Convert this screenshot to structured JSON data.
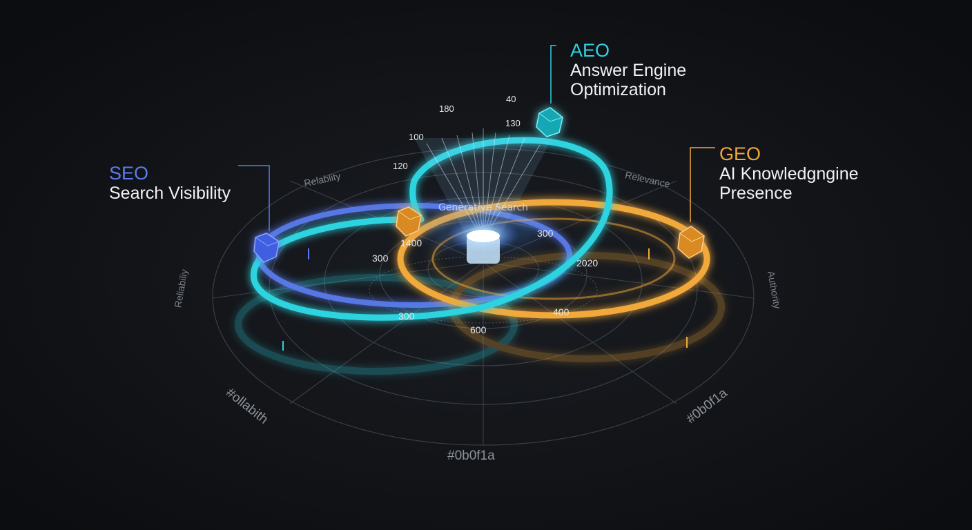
{
  "callouts": {
    "seo": {
      "title": "SEO",
      "subtitle": "Search Visibility",
      "color": "#5b7cf0"
    },
    "aeo": {
      "title": "AEO",
      "subtitle_line1": "Answer Engine",
      "subtitle_line2": "Optimization",
      "color": "#2fd3e0"
    },
    "geo": {
      "title": "GEO",
      "subtitle_line1": "AI Knowledgngine",
      "subtitle_line2": "Presence",
      "color": "#f2a93b"
    }
  },
  "axis_labels": {
    "bottom": "#0b0f1a",
    "bottom_left": "#ollabith",
    "bottom_right": "#0b0f1a",
    "left": "Reliabiliy",
    "right": "Authority",
    "top_left": "Relablity",
    "top_right": "Relevance"
  },
  "scale_labels": {
    "v180": "180",
    "v40": "40",
    "v130": "130",
    "v100": "100",
    "v120": "120",
    "v1400": "1400",
    "v300_inner": "300",
    "v300_mid": "300",
    "v2020": "2020",
    "v300_low": "300",
    "v600": "600",
    "v400": "400"
  },
  "hub_label": "Generative Search",
  "colors": {
    "background": "#0f1114",
    "seo": "#5b7cf0",
    "aeo": "#2fd3e0",
    "geo": "#f2a93b",
    "grid": "#3a3f47"
  }
}
